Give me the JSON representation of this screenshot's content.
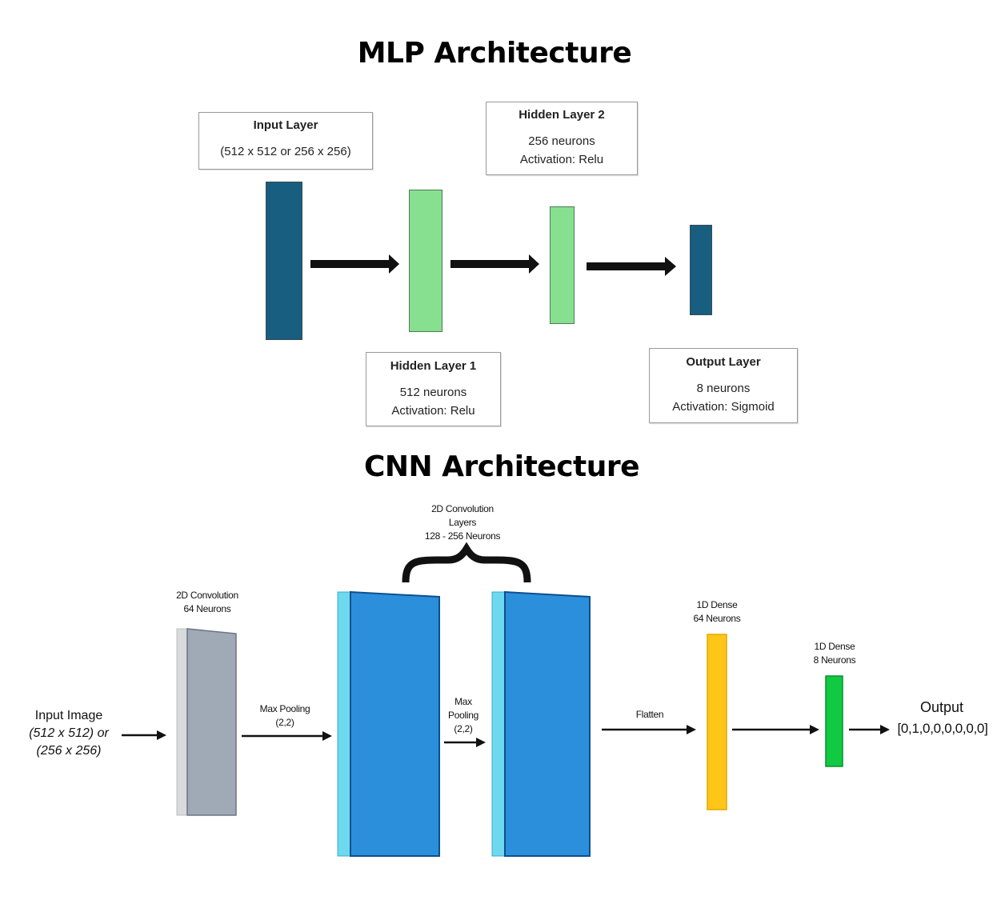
{
  "mlp": {
    "title": "MLP Architecture",
    "colors": {
      "dark_layer": "#175e80",
      "hidden_layer": "#86e08f",
      "arrow": "#111111"
    },
    "layers": [
      {
        "name": "Input Layer",
        "lines": [
          "(512 x 512 or 256 x 256)"
        ],
        "color": "#175e80"
      },
      {
        "name": "Hidden Layer 1",
        "lines": [
          "512 neurons",
          "Activation: Relu"
        ],
        "color": "#86e08f"
      },
      {
        "name": "Hidden Layer 2",
        "lines": [
          "256 neurons",
          "Activation: Relu"
        ],
        "color": "#86e08f"
      },
      {
        "name": "Output Layer",
        "lines": [
          "8 neurons",
          "Activation: Sigmoid"
        ],
        "color": "#175e80"
      }
    ]
  },
  "cnn": {
    "title": "CNN Architecture",
    "input": {
      "line1": "Input Image",
      "line2": "(512 x 512) or",
      "line3": "(256 x 256)"
    },
    "conv1": {
      "line1": "2D Convolution",
      "line2": "64 Neurons",
      "color": "#a0a9b6",
      "edge_color": "#d9dadc"
    },
    "conv_group": {
      "line1": "2D Convolution",
      "line2": "Layers",
      "line3": "128 - 256 Neurons",
      "color": "#2b8fdc",
      "edge_color": "#6ed9ee"
    },
    "pool1": {
      "line1": "Max Pooling",
      "line2": "(2,2)"
    },
    "pool2": {
      "line1": "Max",
      "line2": "Pooling",
      "line3": "(2,2)"
    },
    "flatten": {
      "label": "Flatten"
    },
    "dense1": {
      "line1": "1D Dense",
      "line2": "64 Neurons",
      "color": "#ffc61a"
    },
    "dense2": {
      "line1": "1D Dense",
      "line2": "8 Neurons",
      "color": "#12c943"
    },
    "output": {
      "label": "Output",
      "value": "[0,1,0,0,0,0,0,0]"
    }
  }
}
